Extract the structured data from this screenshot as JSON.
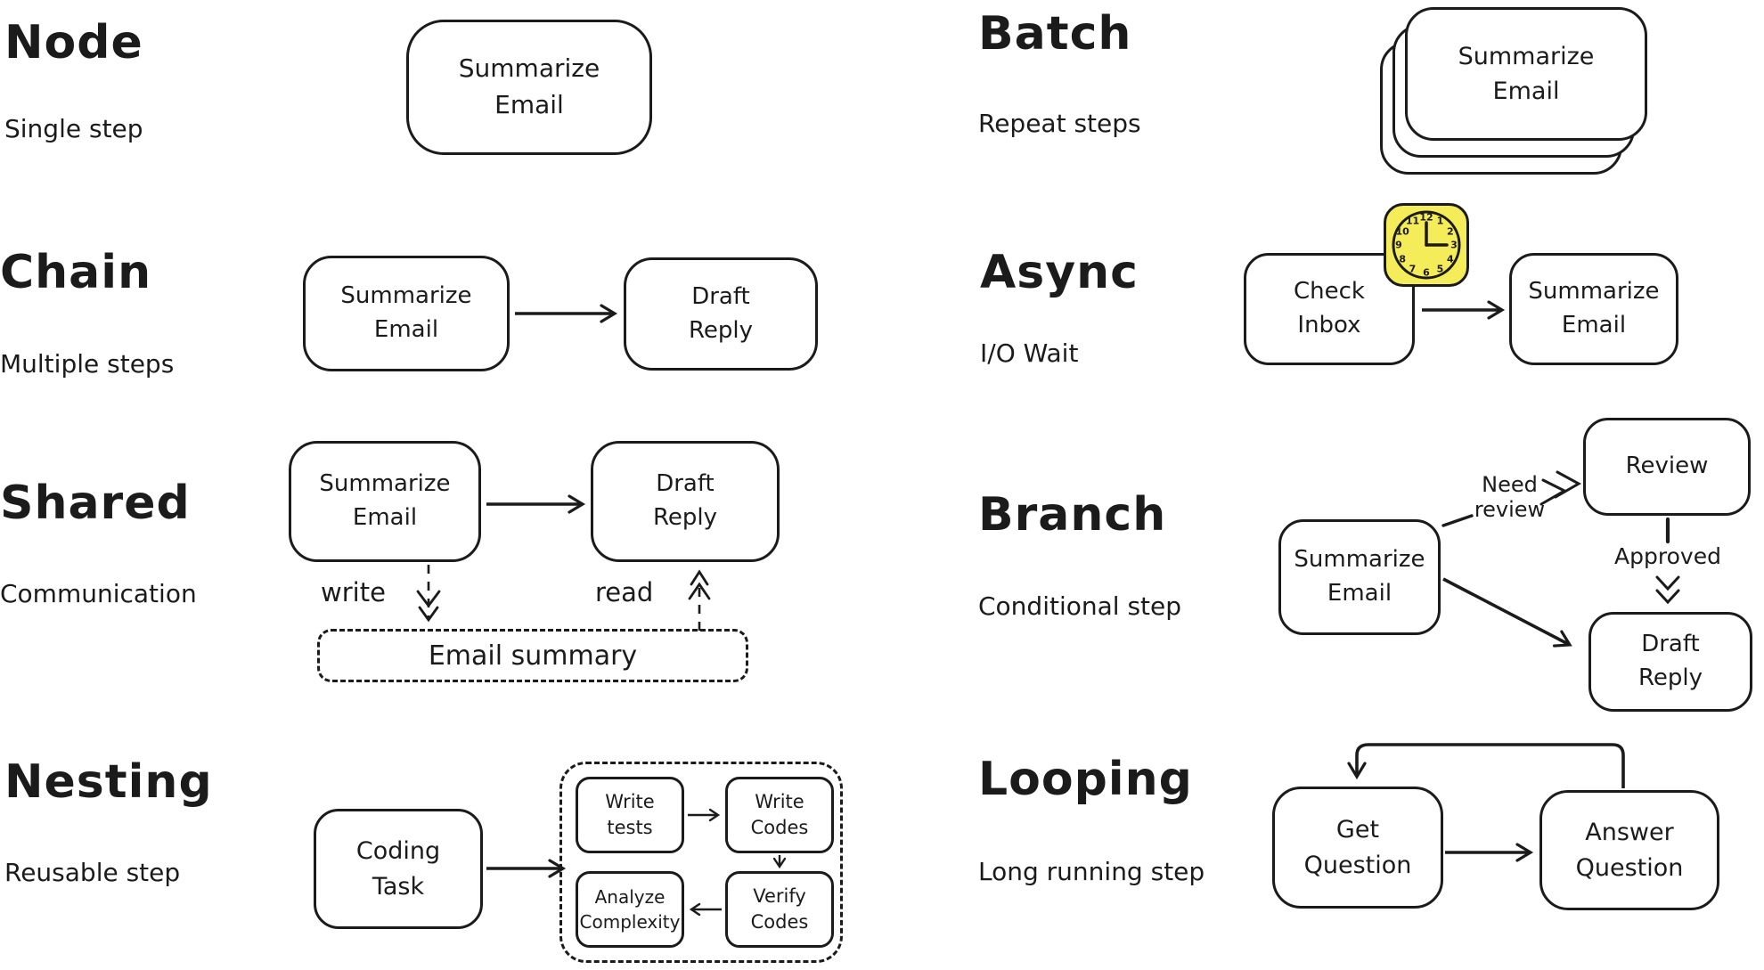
{
  "colors": {
    "ink": "#1b1b1b",
    "clock_bg": "#f5ec5a",
    "background": "#ffffff"
  },
  "sections": {
    "node": {
      "title": "Node",
      "subtitle": "Single step",
      "box": "Summarize\nEmail"
    },
    "batch": {
      "title": "Batch",
      "subtitle": "Repeat steps",
      "box": "Summarize\nEmail"
    },
    "chain": {
      "title": "Chain",
      "subtitle": "Multiple steps",
      "box1": "Summarize\nEmail",
      "box2": "Draft\nReply"
    },
    "async": {
      "title": "Async",
      "subtitle": "I/O Wait",
      "box1": "Check\nInbox",
      "box2": "Summarize\nEmail",
      "clock_numbers": [
        "12",
        "1",
        "2",
        "3",
        "4",
        "5",
        "6",
        "7",
        "8",
        "9",
        "10",
        "11"
      ]
    },
    "shared": {
      "title": "Shared",
      "subtitle": "Communication",
      "box1": "Summarize\nEmail",
      "box2": "Draft\nReply",
      "write_label": "write",
      "read_label": "read",
      "store": "Email summary"
    },
    "branch": {
      "title": "Branch",
      "subtitle": "Conditional step",
      "box_source": "Summarize\nEmail",
      "box_review": "Review",
      "box_draft": "Draft\nReply",
      "label_need": "Need\nreview",
      "label_approved": "Approved"
    },
    "nesting": {
      "title": "Nesting",
      "subtitle": "Reusable step",
      "box_outer": "Coding\nTask",
      "inner1": "Write\ntests",
      "inner2": "Write\nCodes",
      "inner3": "Verify\nCodes",
      "inner4": "Analyze\nComplexity"
    },
    "looping": {
      "title": "Looping",
      "subtitle": "Long running step",
      "box1": "Get\nQuestion",
      "box2": "Answer\nQuestion"
    }
  }
}
